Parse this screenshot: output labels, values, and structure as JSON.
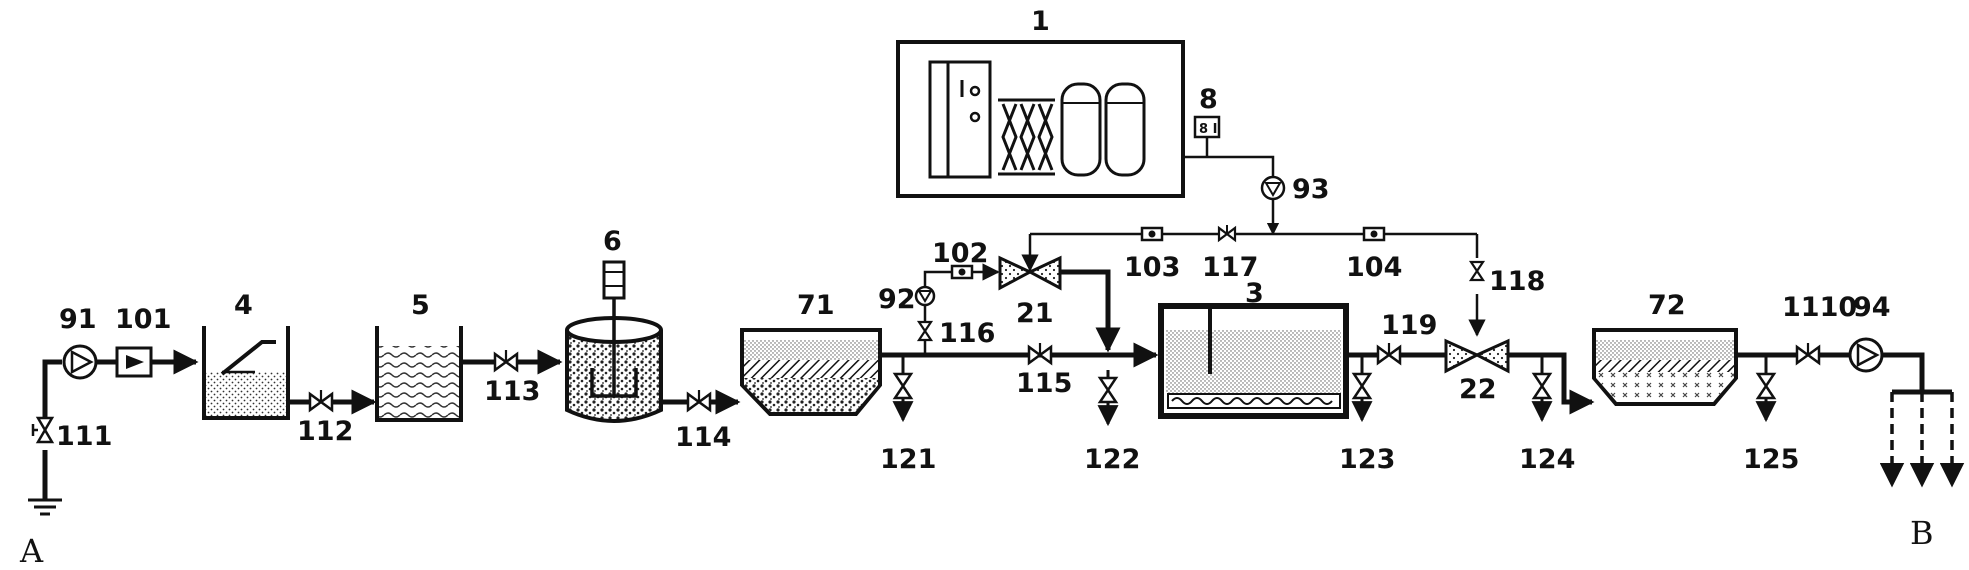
{
  "labels": {
    "unit_1": "1",
    "unit_3": "3",
    "unit_4": "4",
    "unit_5": "5",
    "unit_6": "6",
    "unit_8": "8",
    "unit_21": "21",
    "unit_22": "22",
    "unit_71": "71",
    "unit_72": "72",
    "pump_91": "91",
    "pump_92": "92",
    "pump_93": "93",
    "pump_94": "94",
    "meter_101": "101",
    "meter_102": "102",
    "meter_103": "103",
    "meter_104": "104",
    "valve_111": "111",
    "valve_112": "112",
    "valve_113": "113",
    "valve_114": "114",
    "valve_115": "115",
    "valve_116": "116",
    "valve_117": "117",
    "valve_118": "118",
    "valve_119": "119",
    "valve_1110": "1110",
    "valve_121": "121",
    "valve_122": "122",
    "valve_123": "123",
    "valve_124": "124",
    "valve_125": "125",
    "inlet": "A",
    "outlet": "B"
  }
}
